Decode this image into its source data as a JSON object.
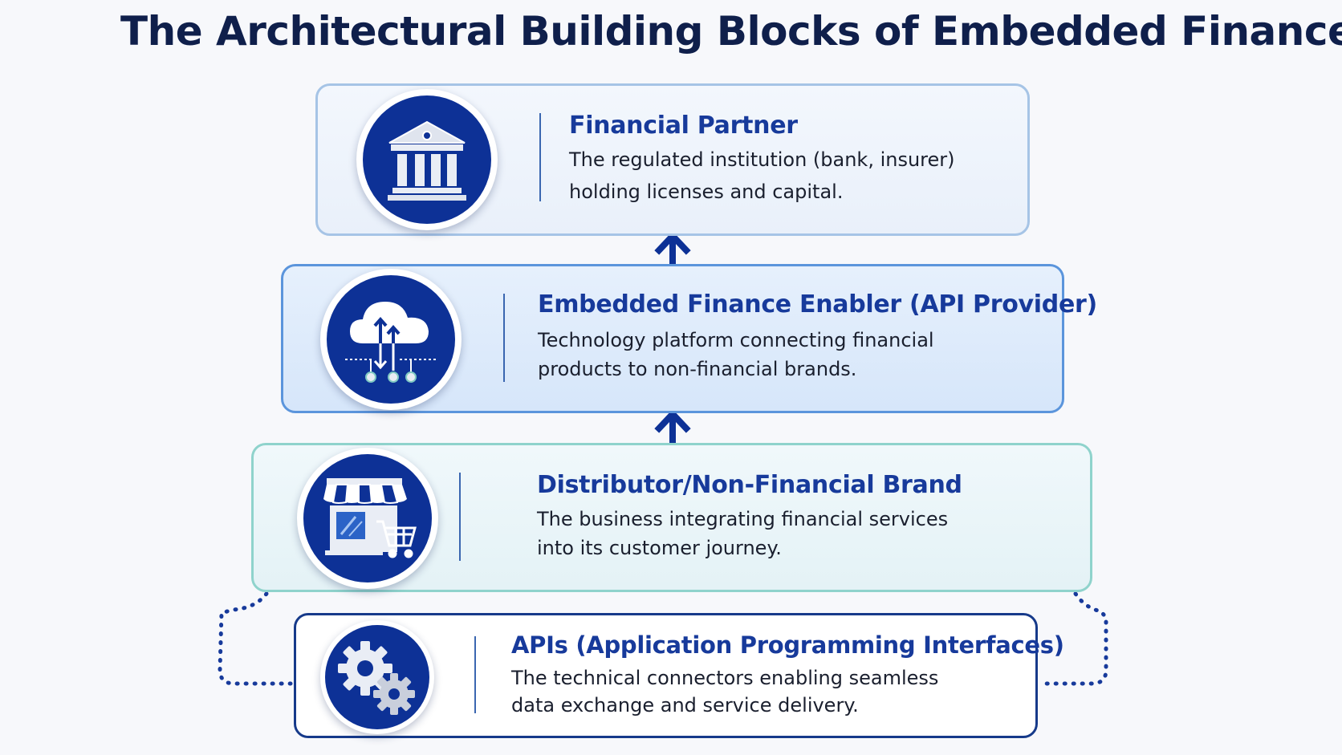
{
  "title": "The Architectural Building Blocks of Embedded Finance",
  "layers": [
    {
      "heading": "Financial Partner",
      "line1": "The regulated institution (bank, insurer)",
      "line2": "holding licenses and capital.",
      "icon": "bank-building-icon"
    },
    {
      "heading": "Embedded Finance Enabler (API Provider)",
      "line1": "Technology platform connecting financial",
      "line2": "products to non-financial brands.",
      "icon": "cloud-network-icon"
    },
    {
      "heading": "Distributor/Non-Financial Brand",
      "line1": "The business integrating financial services",
      "line2": "into its customer journey.",
      "icon": "storefront-cart-icon"
    },
    {
      "heading": "APIs (Application Programming Interfaces)",
      "line1": "The technical connectors enabling seamless",
      "line2": "data exchange and service delivery.",
      "icon": "gears-icon"
    }
  ],
  "colors": {
    "title": "#0f1f4b",
    "heading": "#173a9b",
    "icon_disc": "#0d3196",
    "arrow": "#0d3196",
    "dotted_connector": "#173a9b"
  }
}
